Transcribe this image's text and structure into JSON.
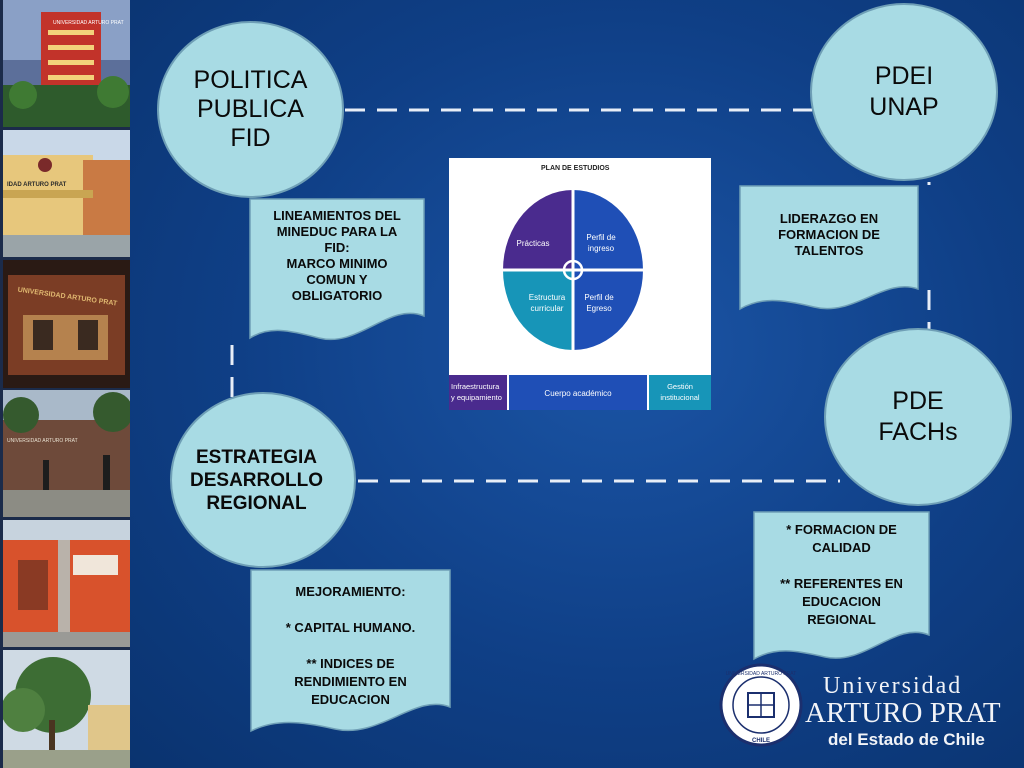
{
  "nodes": {
    "politica": "POLITICA\nPUBLICA\nFID",
    "pdei": "PDEI\nUNAP",
    "estrategia": "ESTRATEGIA\nDESARROLLO\n REGIONAL",
    "pde": "PDE\nFACHs"
  },
  "notes": {
    "lineamientos": "LINEAMIENTOS DEL\nMINEDUC PARA LA\nFID:\nMARCO MINIMO\nCOMUN Y\nOBLIGATORIO",
    "liderazgo": "LIDERAZGO EN\nFORMACION DE\nTALENTOS",
    "mejoramiento": "MEJORAMIENTO:\n\n* CAPITAL HUMANO.\n\n** INDICES DE\nRENDIMIENTO EN\nEDUCACION",
    "formacion": "* FORMACION DE\nCALIDAD\n\n** REFERENTES EN\nEDUCACION\nREGIONAL"
  },
  "plan": {
    "title": "PLAN DE ESTUDIOS",
    "q_practicas": "Prácticas",
    "q_perfil_ingreso_1": "Perfil de",
    "q_perfil_ingreso_2": "ingreso",
    "q_estructura_1": "Estructura",
    "q_estructura_2": "curricular",
    "q_perfil_egreso_1": "Perfil de",
    "q_perfil_egreso_2": "Egreso",
    "bar_infra_1": "Infraestructura",
    "bar_infra_2": "y equipamiento",
    "bar_cuerpo": "Cuerpo académico",
    "bar_gestion_1": "Gestión",
    "bar_gestion_2": "institucional"
  },
  "logo": {
    "line1": "Universidad",
    "line2": "ARTURO PRAT",
    "line3": "del Estado de Chile",
    "seal_text": "UNIVERSIDAD ARTURO PRAT",
    "seal_bottom": "CHILE"
  },
  "photos": {
    "p1_sign": "UNIVERSIDAD ARTURO PRAT",
    "p2_sign": "IDAD ARTURO PRAT",
    "p3_sign": "UNIVERSIDAD ARTURO PRAT",
    "p4_sign": "UNIVERSIDAD ARTURO PRAT"
  },
  "colors": {
    "background": "#0e3e83",
    "circle": "#a8dbe4",
    "note": "#a8dbe4",
    "plan_purple": "#4a2b8e",
    "plan_blue": "#1f4fb6",
    "plan_teal": "#1795b8"
  }
}
